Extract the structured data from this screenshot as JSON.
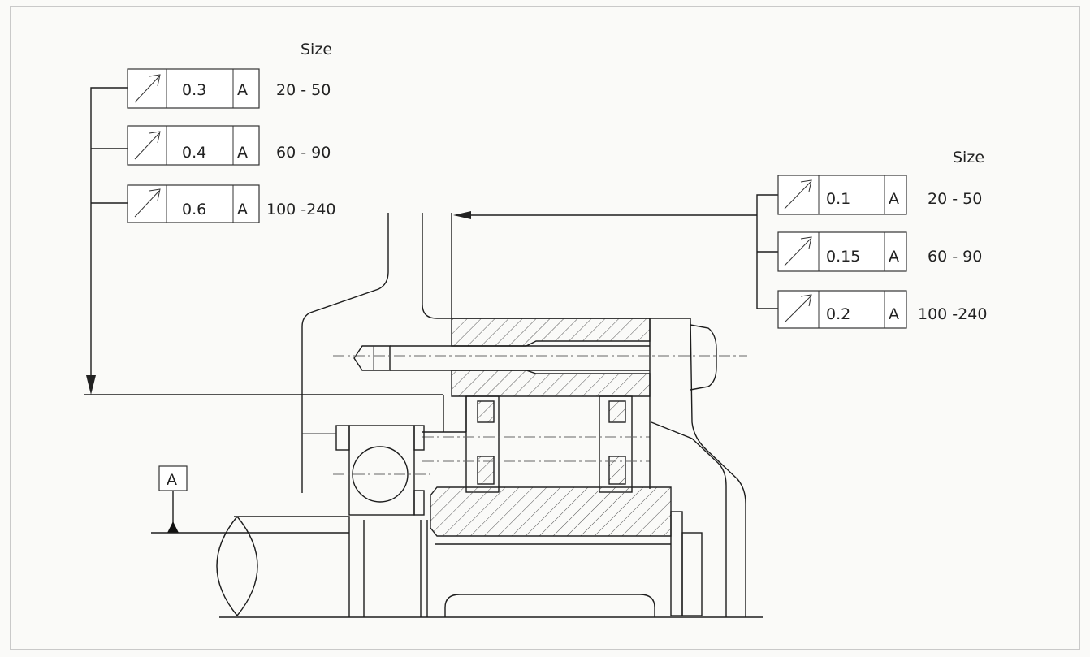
{
  "left_callout": {
    "header": "Size",
    "rows": [
      {
        "tolerance": "0.3",
        "datum": "A",
        "range": "20 -  50"
      },
      {
        "tolerance": "0.4",
        "datum": "A",
        "range": "60 -  90"
      },
      {
        "tolerance": "0.6",
        "datum": "A",
        "range": "100 -240"
      }
    ]
  },
  "right_callout": {
    "header": "Size",
    "rows": [
      {
        "tolerance": "0.1",
        "datum": "A",
        "range": "20 -  50"
      },
      {
        "tolerance": "0.15",
        "datum": "A",
        "range": "60 -  90"
      },
      {
        "tolerance": "0.2",
        "datum": "A",
        "range": "100 -240"
      }
    ]
  },
  "datum": {
    "label": "A"
  },
  "symbols": {
    "runout": "circular-runout-icon"
  }
}
